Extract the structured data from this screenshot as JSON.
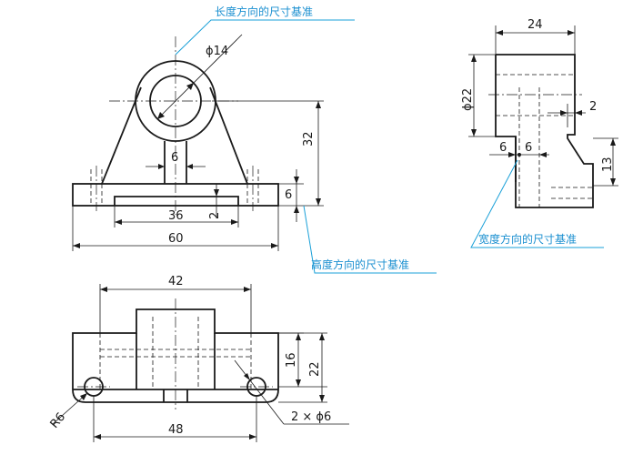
{
  "colors": {
    "line": "#1a1a1a",
    "annotation": "#1a8fd0"
  },
  "callouts": {
    "length_datum": "长度方向的尺寸基准",
    "height_datum": "高度方向的尺寸基准",
    "width_datum": "宽度方向的尺寸基准"
  },
  "front_view": {
    "d_bore": "ϕ14",
    "d_6_rib": "6",
    "d_32": "32",
    "d_6_base": "6",
    "d_36": "36",
    "d_2": "2",
    "d_60": "60"
  },
  "side_view": {
    "d_24": "24",
    "d_22": "ϕ22",
    "d_2": "2",
    "d_6a": "6",
    "d_6b": "6",
    "d_13": "13"
  },
  "top_view": {
    "d_42": "42",
    "d_16": "16",
    "d_22": "22",
    "d_R6": "R6",
    "d_holes": "2 × ϕ6",
    "d_48": "48"
  }
}
